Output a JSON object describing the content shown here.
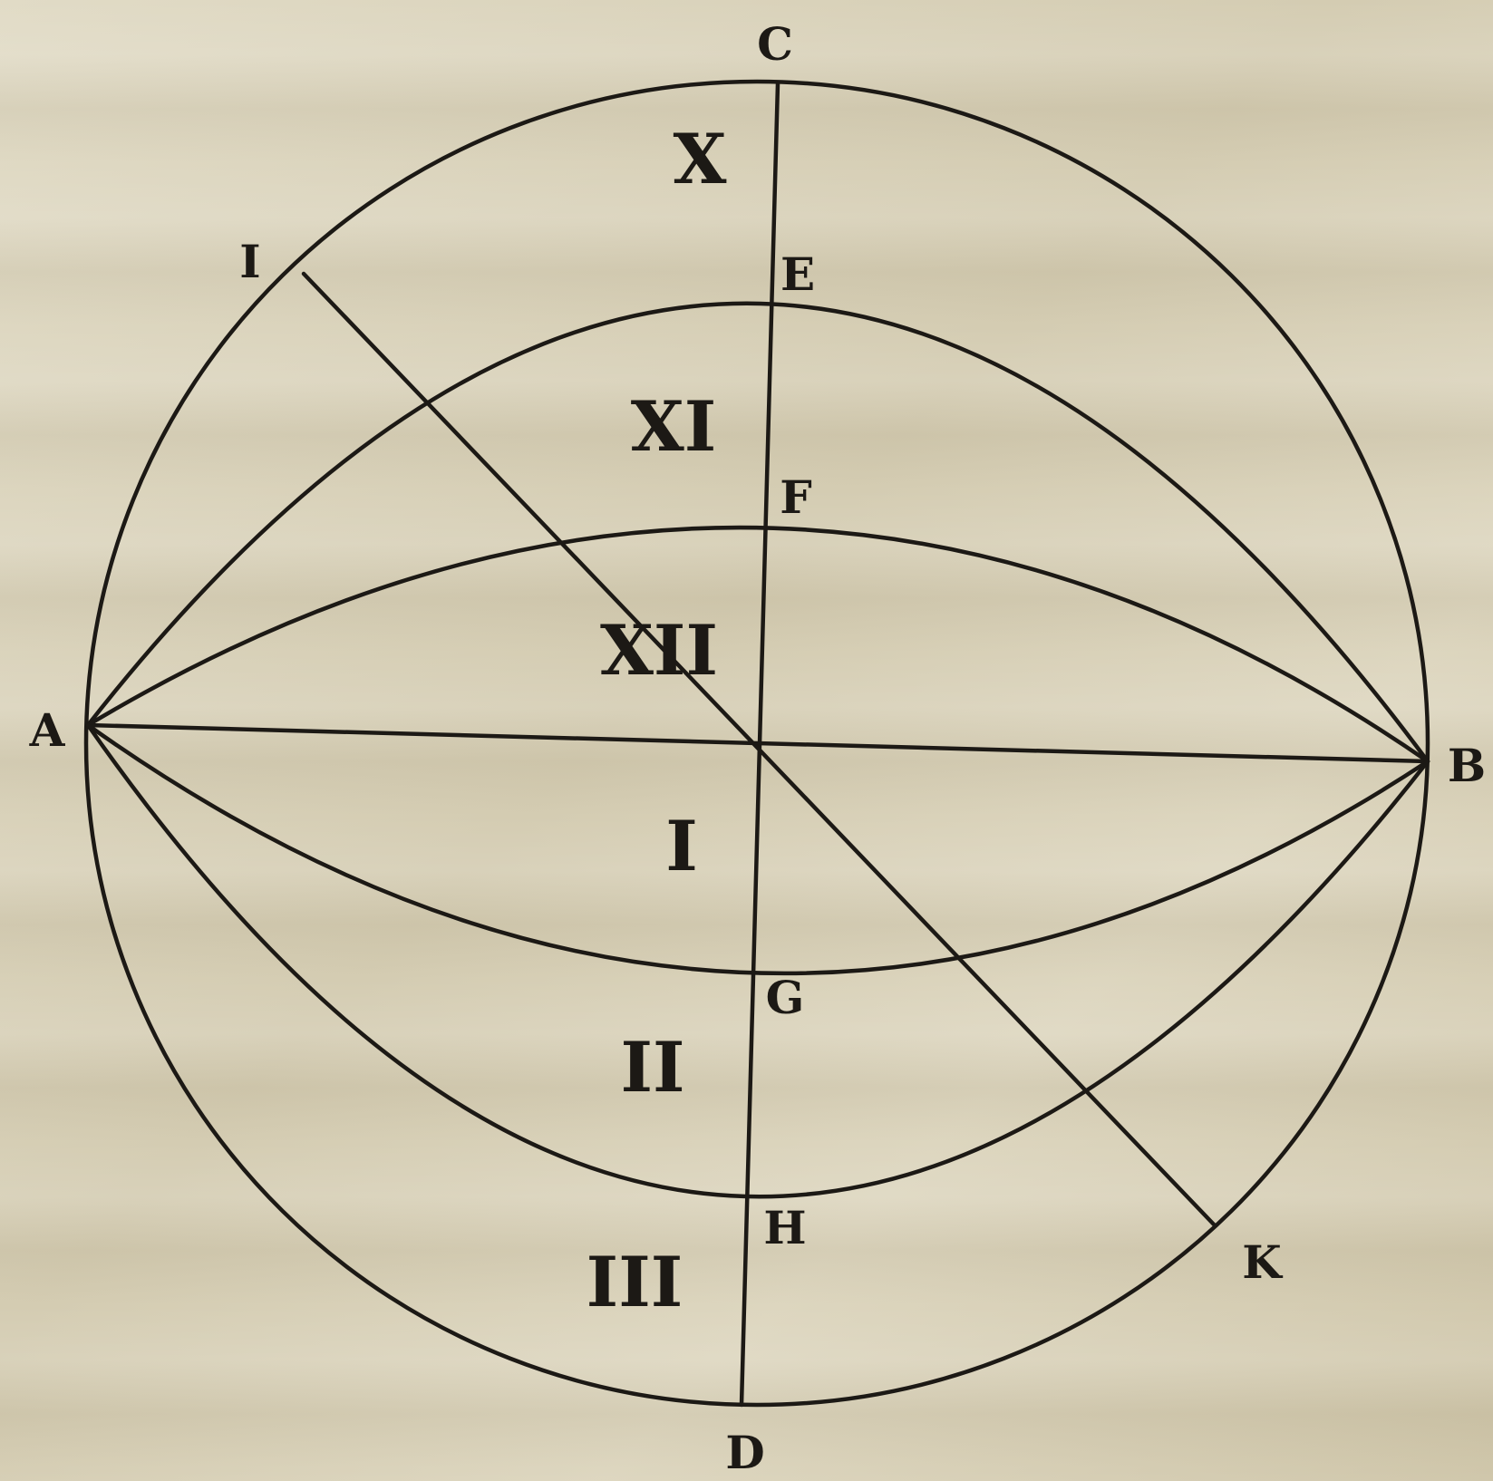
{
  "diagram": {
    "point_labels": {
      "A": "A",
      "B": "B",
      "C": "C",
      "D": "D",
      "E": "E",
      "F": "F",
      "G": "G",
      "H": "H",
      "I": "I",
      "K": "K"
    },
    "house_numerals": [
      "X",
      "XI",
      "XII",
      "I",
      "II",
      "III"
    ]
  }
}
